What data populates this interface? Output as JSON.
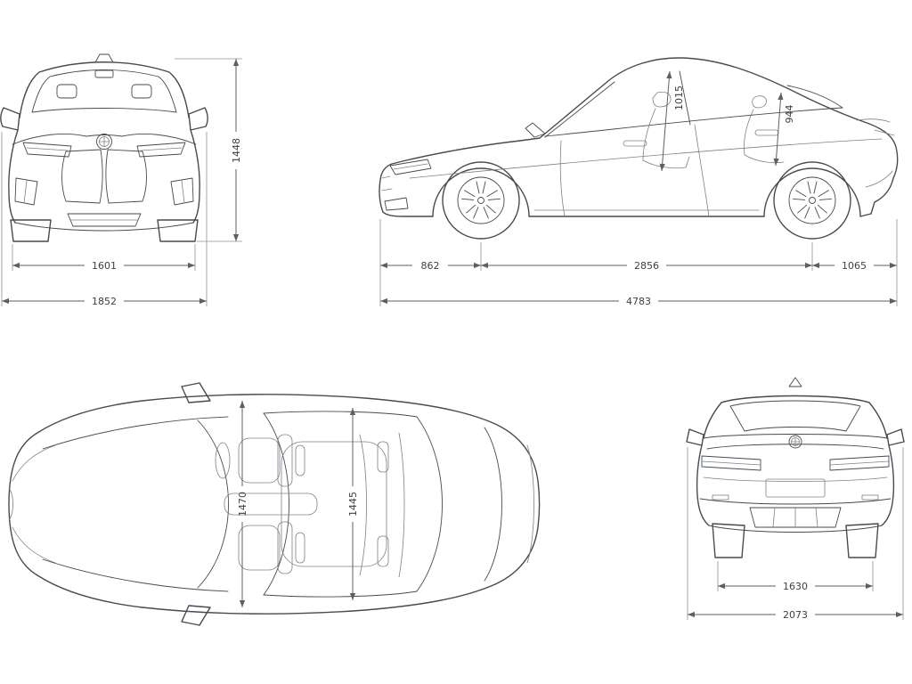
{
  "colors": {
    "body_line": "#464b51",
    "dimension_line": "#5a6066",
    "extension_line": "#8d9399",
    "label_text": "#3c4046",
    "background": "#ffffff"
  },
  "views": {
    "front": {
      "height_mm": "1448",
      "track_width_mm": "1601",
      "overall_width_mm": "1852"
    },
    "side": {
      "front_headroom_mm": "1015",
      "rear_headroom_mm": "944",
      "front_overhang_mm": "862",
      "wheelbase_mm": "2856",
      "rear_overhang_mm": "1065",
      "overall_length_mm": "4783"
    },
    "top": {
      "front_interior_width_mm": "1470",
      "rear_interior_width_mm": "1445"
    },
    "rear": {
      "track_width_mm": "1630",
      "overall_width_incl_mirrors_mm": "2073"
    }
  }
}
